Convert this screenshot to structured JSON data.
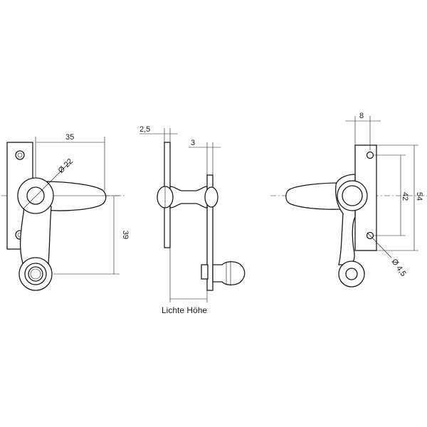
{
  "dimensions": {
    "width_35": "35",
    "diameter_22": "Ø 22",
    "height_39": "39",
    "thickness_2_5": "2,5",
    "thickness_3": "3",
    "offset_8": "8",
    "spacing_42": "42",
    "height_54": "54",
    "hole_4_5": "Ø 4,5"
  },
  "labels": {
    "clear_height": "Lichte Höhe"
  }
}
